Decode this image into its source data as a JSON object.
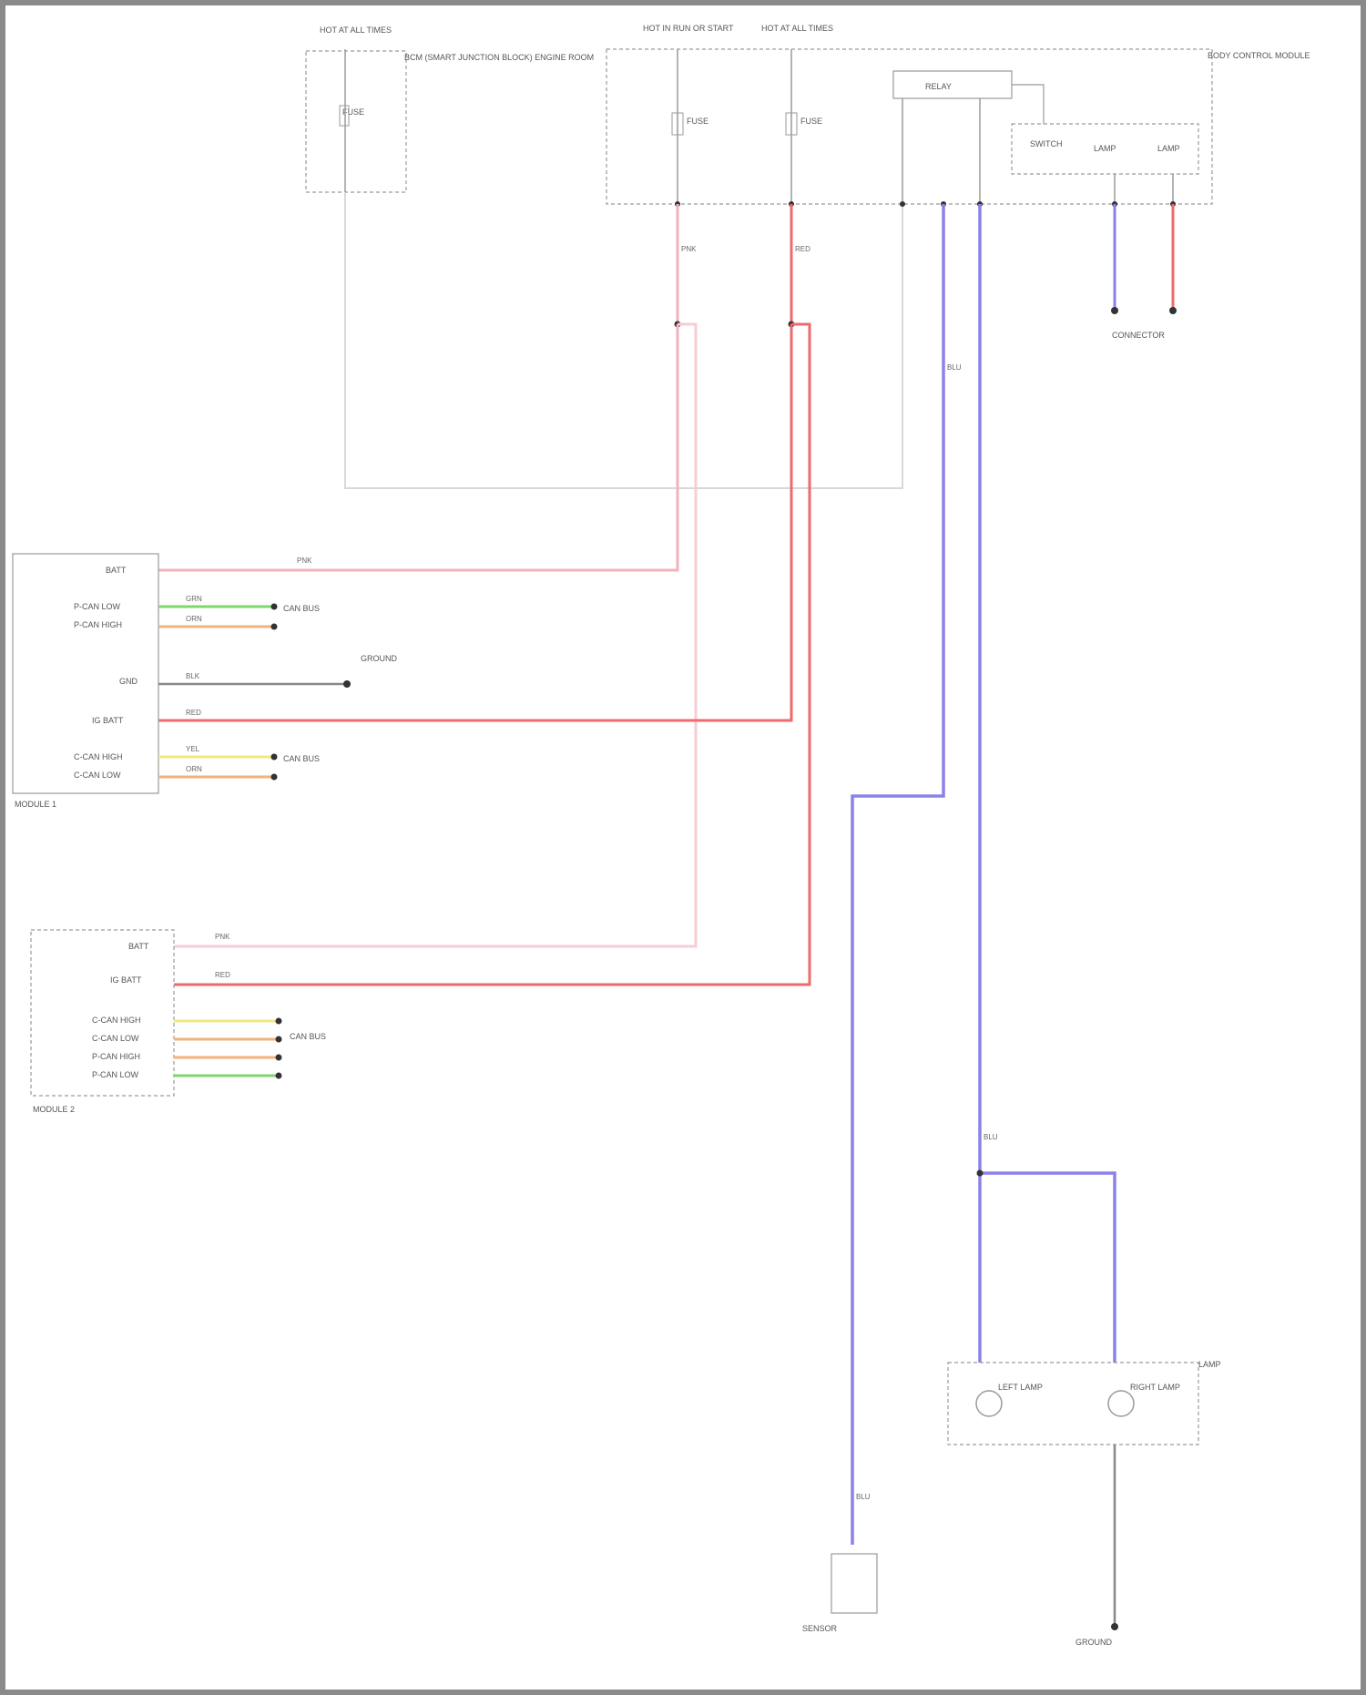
{
  "colors": {
    "blue": "#8a82e8",
    "red": "#ee6b6b",
    "pink": "#f3b1bc",
    "pink_light": "#f6cdd4",
    "green": "#7fd66f",
    "orange": "#f2b27c",
    "yellow": "#efe97f",
    "grey": "#888888",
    "light_grey": "#cfcfcf"
  },
  "labels": {
    "hot_at_all_times_1": "HOT AT ALL TIMES",
    "hot_in_run_start": "HOT IN RUN OR START",
    "hot_at_all_times_2": "HOT AT ALL TIMES",
    "fuse_box_left_title": "BCM (SMART JUNCTION BLOCK) ENGINE ROOM",
    "fuse_left": "FUSE",
    "fuse_mid1": "FUSE",
    "fuse_mid2": "FUSE",
    "relay_box": "RELAY",
    "right_box_title": "BODY CONTROL MODULE",
    "buzzer_switch": "SWITCH",
    "fuse_right1": "LAMP",
    "fuse_right2": "LAMP",
    "lower_right_conn": "CONNECTOR",
    "module1_title": "MODULE 1",
    "module1_pin1": "BATT",
    "module1_pin2": "P-CAN LOW",
    "module1_pin3": "P-CAN HIGH",
    "module1_pin4": "GND",
    "module1_pin5": "IG BATT",
    "module1_pin6": "C-CAN HIGH",
    "module1_pin7": "C-CAN LOW",
    "module1_wire1": "PNK",
    "module1_wire2": "GRN",
    "module1_wire3": "ORN",
    "module1_wire4": "BLK",
    "module1_wire5": "RED",
    "module1_wire6": "YEL",
    "module1_wire7": "ORN",
    "module1_ground": "GROUND",
    "can_label1": "CAN BUS",
    "can_label2": "CAN BUS",
    "module2_title": "MODULE 2",
    "module2_pin1": "BATT",
    "module2_pin2": "IG BATT",
    "module2_pin3": "C-CAN HIGH",
    "module2_pin4": "C-CAN LOW",
    "module2_pin5": "P-CAN HIGH",
    "module2_pin6": "P-CAN LOW",
    "module2_wire1": "PNK",
    "module2_wire2": "RED",
    "can_label3": "CAN BUS",
    "wire_blu": "BLU",
    "wire_red": "RED",
    "wire_pnk": "PNK",
    "lamp_assembly": "LAMP",
    "left_lamp": "LEFT LAMP",
    "right_lamp": "RIGHT LAMP",
    "bottom_left_device": "SENSOR",
    "bottom_right_ground": "GROUND",
    "footer": ""
  }
}
